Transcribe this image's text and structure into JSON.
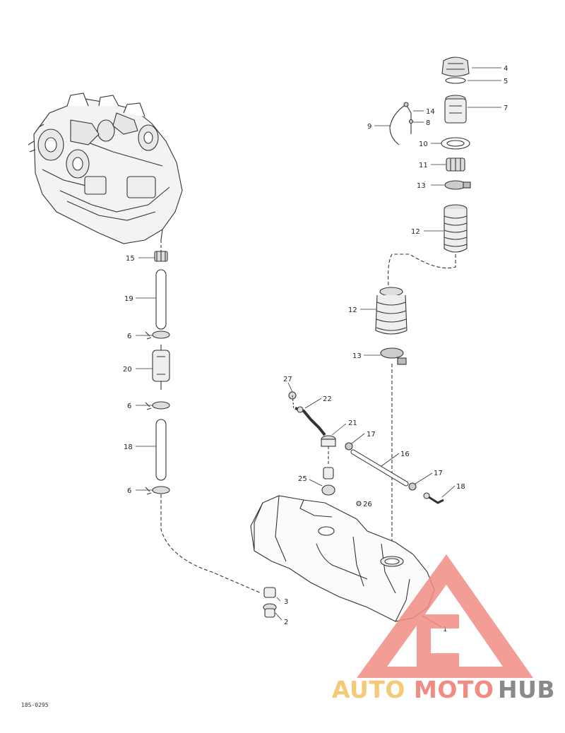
{
  "diagram": {
    "callouts": {
      "c1": "1",
      "c2": "2",
      "c3": "3",
      "c4": "4",
      "c5": "5",
      "c7": "7",
      "c14": "14",
      "c8": "8",
      "c9": "9",
      "c10": "10",
      "c11": "11",
      "c13a": "13",
      "c12a": "12",
      "c15": "15",
      "c19": "19",
      "c6a": "6",
      "c20": "20",
      "c6b": "6",
      "c18a": "18",
      "c6c": "6",
      "c12b": "12",
      "c13b": "13",
      "c27": "27",
      "c22": "22",
      "c21": "21",
      "c17a": "17",
      "c16": "16",
      "c17b": "17",
      "c18b": "18",
      "c25": "25",
      "c26": "26"
    },
    "drawing_code": "18S-0295"
  },
  "watermark": {
    "part1": "AUTO",
    "part2": "MOTO",
    "part3": "HUB",
    "colors": {
      "yellow": "#f4c978",
      "red": "#f08c84",
      "gray": "#8a8a8a"
    }
  }
}
